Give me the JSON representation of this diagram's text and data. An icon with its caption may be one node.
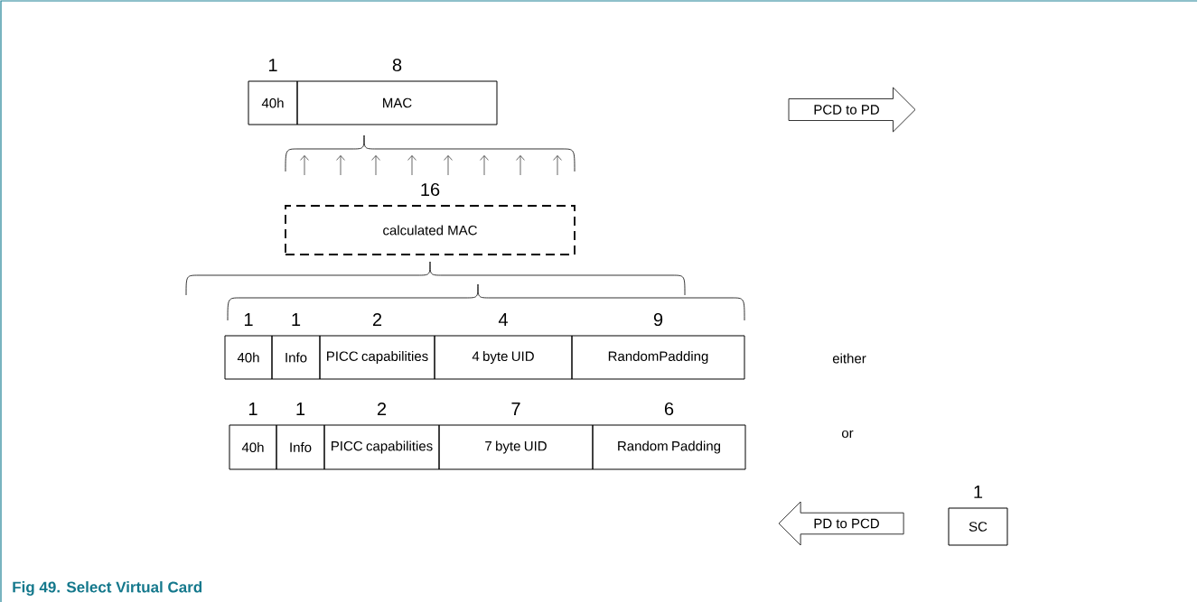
{
  "diagram": {
    "caption": "Fig 49. Select Virtual Card",
    "nodes": [
      {
        "text": [
          "40h"
        ],
        "beside": [
          "1"
        ]
      },
      {
        "text": [
          "MAC"
        ],
        "beside": [
          "8"
        ]
      },
      {
        "text": [
          "PCD to PD"
        ]
      },
      {
        "text": [
          "calculated MAC"
        ],
        "beside": [
          "16"
        ]
      },
      {
        "text": [
          "40h"
        ],
        "beside": [
          "1"
        ]
      },
      {
        "text": [
          "Info"
        ],
        "beside": [
          "1"
        ]
      },
      {
        "text": [
          "PICC capabilities"
        ],
        "beside": [
          "2"
        ]
      },
      {
        "text": [
          "4 byte UID"
        ],
        "beside": [
          "4"
        ]
      },
      {
        "text": [
          "RandomPadding"
        ],
        "beside": [
          "9"
        ]
      },
      {
        "text": [
          "40h"
        ],
        "beside": [
          "1"
        ]
      },
      {
        "text": [
          "Info"
        ],
        "beside": [
          "1"
        ]
      },
      {
        "text": [
          "PICC capabilities"
        ],
        "beside": [
          "2"
        ]
      },
      {
        "text": [
          "7 byte UID"
        ],
        "beside": [
          "7"
        ]
      },
      {
        "text": [
          "Random Padding"
        ],
        "beside": [
          "6"
        ]
      },
      {
        "text": [
          "PD to PCD"
        ]
      },
      {
        "text": [
          "SC"
        ],
        "beside": [
          "1"
        ]
      }
    ],
    "labels": [
      "either",
      "or"
    ]
  }
}
